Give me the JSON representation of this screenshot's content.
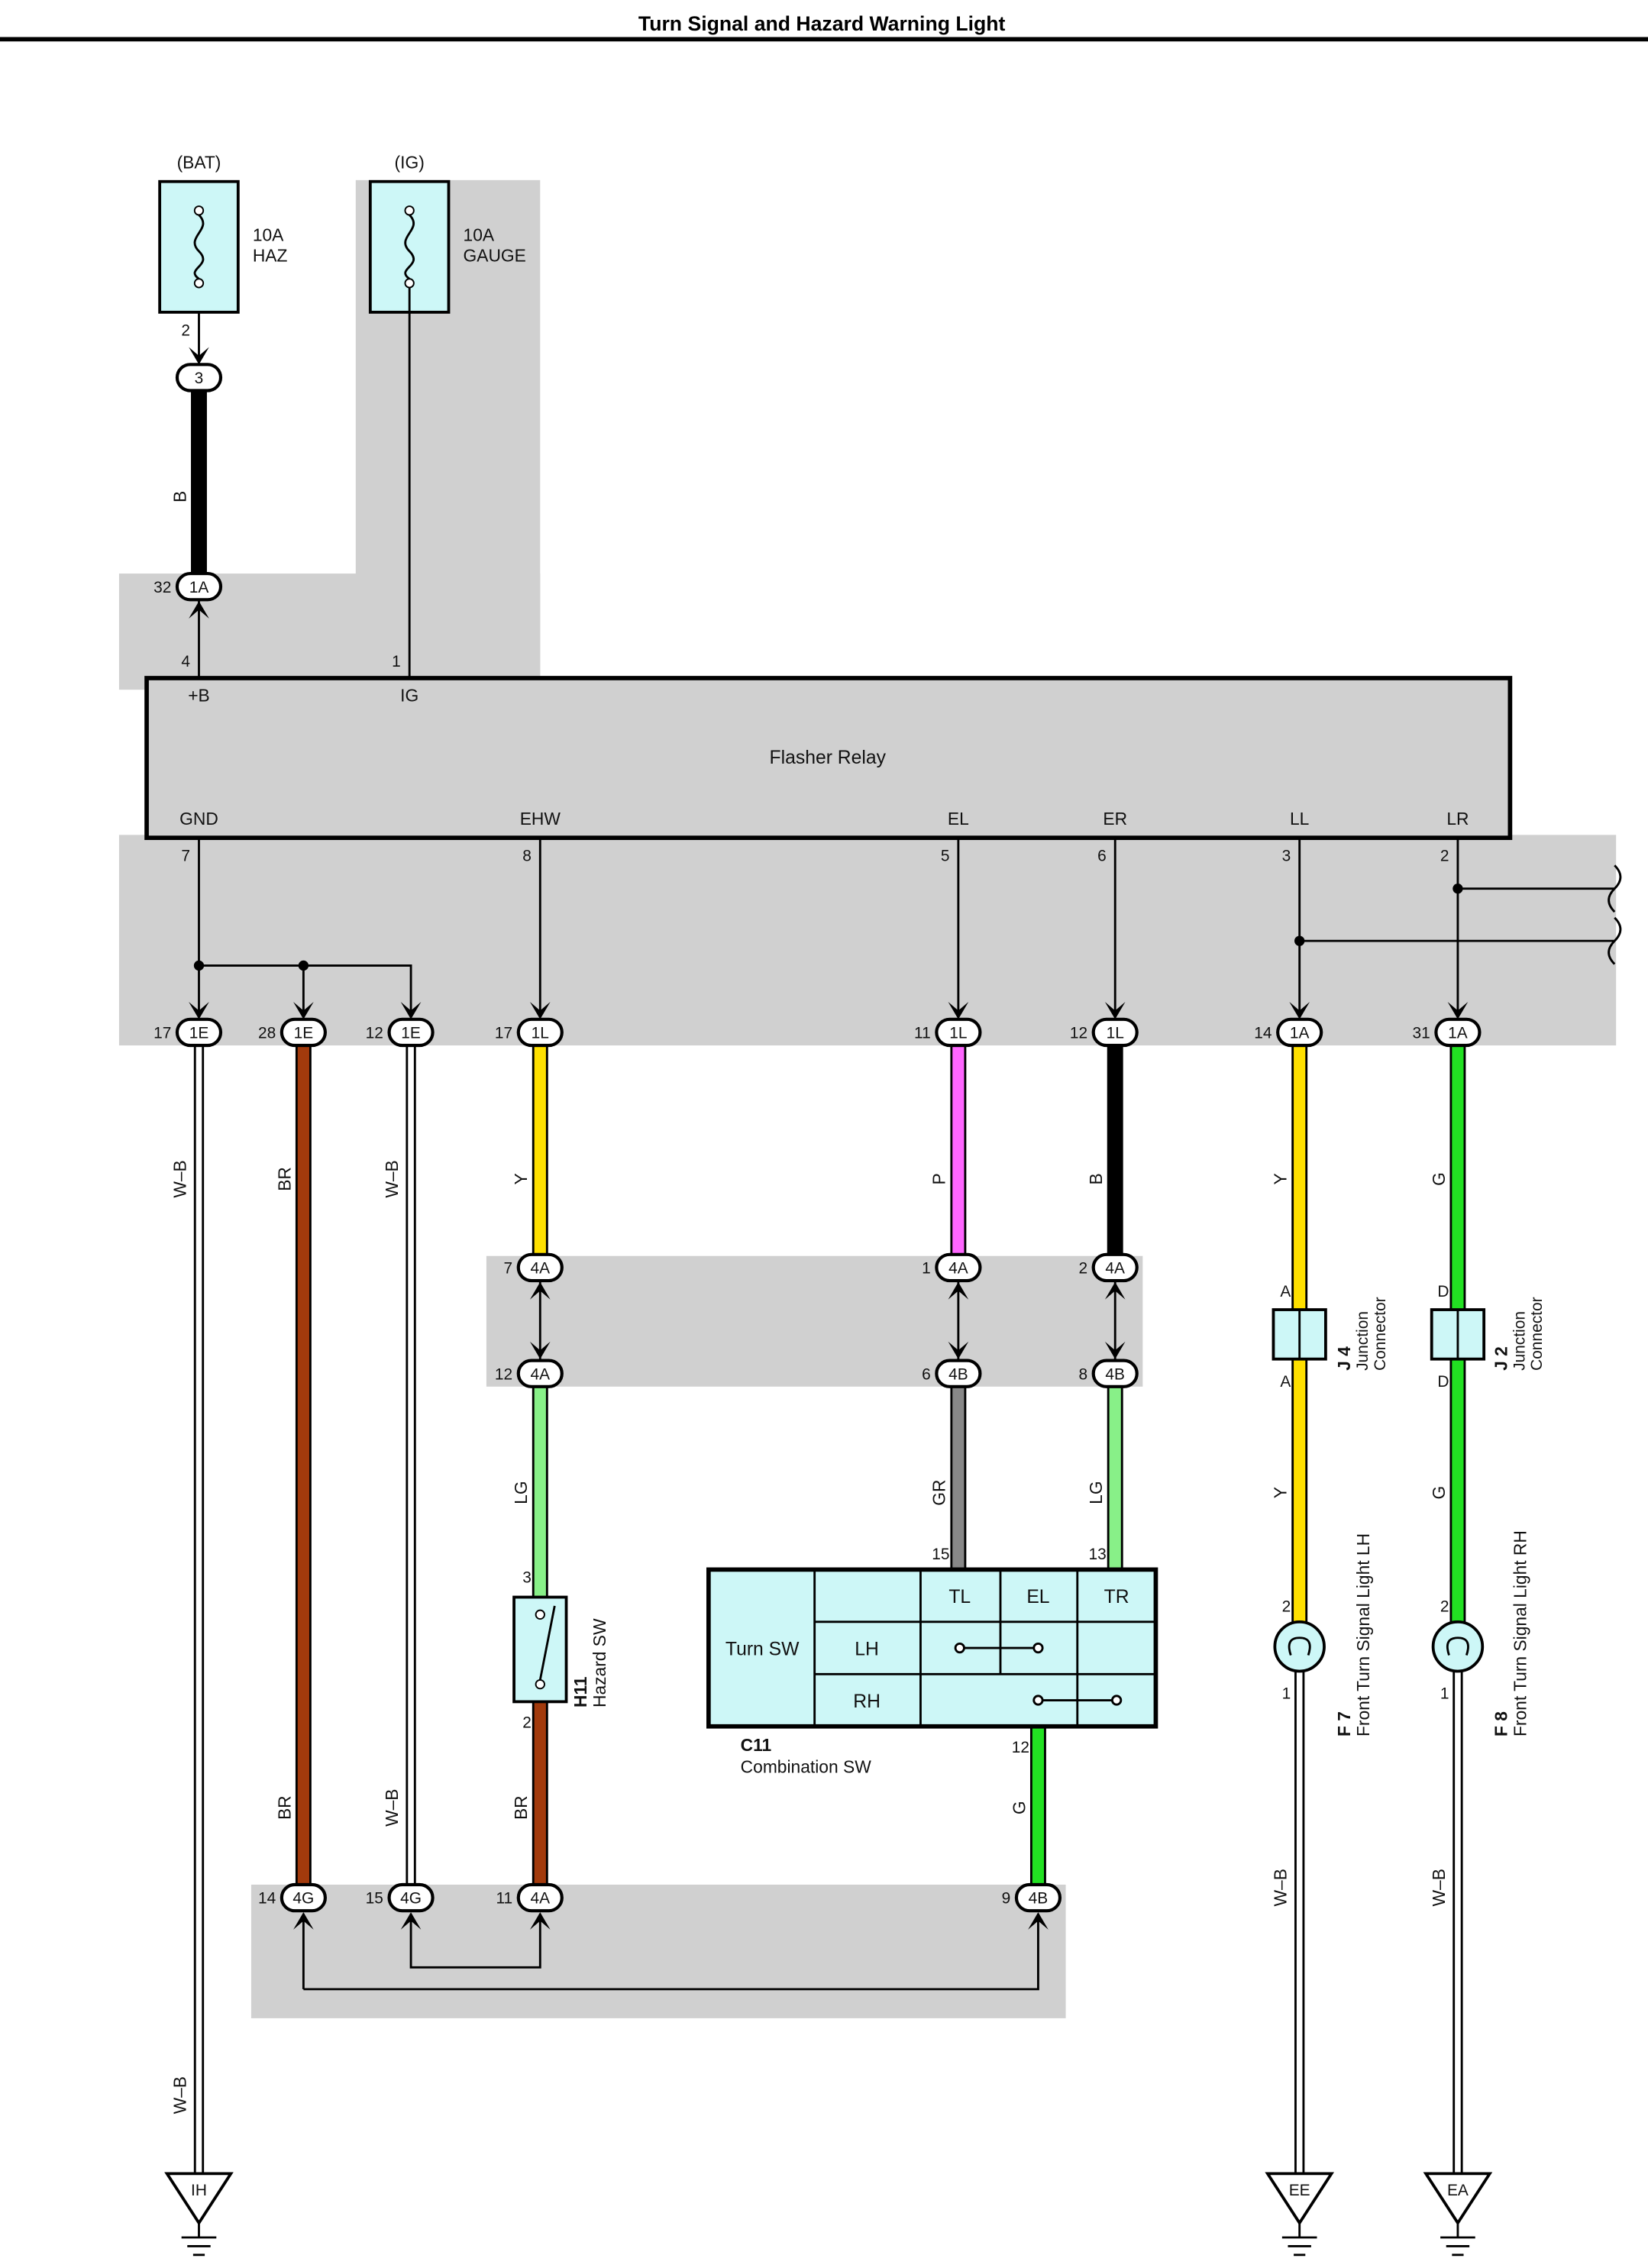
{
  "title": "Turn Signal and Hazard Warning Light",
  "colors": {
    "shade": "#d0d0d0",
    "component_fill": "#cdf7f7",
    "wire_B": "#000000",
    "wire_Y": "#ffe000",
    "wire_P": "#ff66ff",
    "wire_G": "#22e022",
    "wire_LG": "#88f088",
    "wire_GR": "#888888",
    "wire_BR": "#a23a0c",
    "wire_WB": "#ffffff"
  },
  "fuses": {
    "haz": {
      "source": "(BAT)",
      "rating": "10A",
      "name": "HAZ",
      "pin": "2"
    },
    "gauge": {
      "source": "(IG)",
      "rating": "10A",
      "name": "GAUGE"
    }
  },
  "flasher_relay": {
    "name": "Flasher Relay",
    "terminals": [
      {
        "label": "+B",
        "pin": "4"
      },
      {
        "label": "IG",
        "pin": "1"
      },
      {
        "label": "GND",
        "pin": "7"
      },
      {
        "label": "EHW",
        "pin": "8"
      },
      {
        "label": "EL",
        "pin": "5"
      },
      {
        "label": "ER",
        "pin": "6"
      },
      {
        "label": "LL",
        "pin": "3"
      },
      {
        "label": "LR",
        "pin": "2"
      }
    ]
  },
  "connectors": {
    "bat_in": {
      "pin": "3"
    },
    "c1A_top": {
      "pin": "32",
      "code": "1A"
    },
    "row1": [
      {
        "pin": "17",
        "code": "1E"
      },
      {
        "pin": "28",
        "code": "1E"
      },
      {
        "pin": "12",
        "code": "1E"
      },
      {
        "pin": "17",
        "code": "1L"
      },
      {
        "pin": "11",
        "code": "1L"
      },
      {
        "pin": "12",
        "code": "1L"
      },
      {
        "pin": "14",
        "code": "1A"
      },
      {
        "pin": "31",
        "code": "1A"
      }
    ],
    "row2": [
      {
        "pin": "7",
        "code": "4A"
      },
      {
        "pin": "1",
        "code": "4A"
      },
      {
        "pin": "2",
        "code": "4A"
      }
    ],
    "row3": [
      {
        "pin": "12",
        "code": "4A"
      },
      {
        "pin": "6",
        "code": "4B"
      },
      {
        "pin": "8",
        "code": "4B"
      }
    ],
    "row4": [
      {
        "pin": "14",
        "code": "4G"
      },
      {
        "pin": "15",
        "code": "4G"
      },
      {
        "pin": "11",
        "code": "4A"
      },
      {
        "pin": "9",
        "code": "4B"
      }
    ]
  },
  "wire_labels": {
    "bat": "B",
    "gnd": "W–B",
    "br1": "BR",
    "wb2": "W–B",
    "ehw": "Y",
    "el": "P",
    "er": "B",
    "ll": "Y",
    "lr": "G",
    "haz_in": "LG",
    "el_lower": "GR",
    "er_lower": "LG",
    "ll_lower": "Y",
    "lr_lower": "G",
    "haz_out": "BR",
    "br_lower": "BR",
    "wb_lower": "W–B",
    "combo_out": "G",
    "gnd_lower": "W–B",
    "f7_out": "W–B",
    "f8_out": "W–B"
  },
  "hazard_sw": {
    "id": "H11",
    "name": "Hazard SW",
    "pin_top": "3",
    "pin_bottom": "2"
  },
  "combination_sw": {
    "id": "C11",
    "name": "Combination SW",
    "turn_sw": "Turn SW",
    "cols": [
      "TL",
      "EL",
      "TR"
    ],
    "rows": [
      "LH",
      "RH"
    ],
    "pin_tl": "15",
    "pin_tr": "13",
    "pin_out": "12"
  },
  "junctions": {
    "j4": {
      "id": "J 4",
      "name1": "Junction",
      "name2": "Connector",
      "pin": "A"
    },
    "j2": {
      "id": "J 2",
      "name1": "Junction",
      "name2": "Connector",
      "pin": "D"
    }
  },
  "lights": {
    "f7": {
      "id": "F 7",
      "name": "Front Turn Signal Light LH",
      "pin_top": "2",
      "pin_bottom": "1"
    },
    "f8": {
      "id": "F 8",
      "name": "Front Turn Signal Light RH",
      "pin_top": "2",
      "pin_bottom": "1"
    }
  },
  "grounds": [
    "IH",
    "EE",
    "EA"
  ]
}
